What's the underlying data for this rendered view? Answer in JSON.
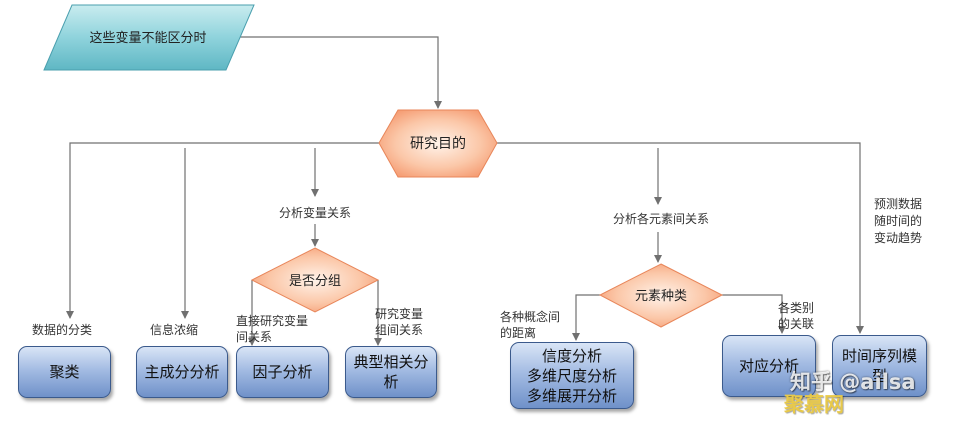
{
  "start": "这些变量不能区分时",
  "center": "研究目的",
  "branch_left": "分析变量关系",
  "branch_right": "分析各元素间关系",
  "decision_group": "是否分组",
  "decision_type": "元素种类",
  "labels": {
    "cluster": "数据的分类",
    "pca": "信息浓缩",
    "factor": "直接研究变量\n间关系",
    "cca": "研究变量\n组间关系",
    "reliability": "各种概念间\n的距离",
    "correspondence": "各类别\n的关联",
    "timeseries": "预测数据\n随时间的\n变动趋势"
  },
  "boxes": {
    "cluster": "聚类",
    "pca": "主成分分析",
    "factor": "因子分析",
    "cca": "典型相关分\n析",
    "reliability": "信度分析\n多维尺度分析\n多维展开分析",
    "correspondence": "对应分析",
    "timeseries": "时间序列模\n型"
  },
  "watermark": {
    "line1": "知乎 @ailsa",
    "line2": "聚慕网"
  },
  "colors": {
    "parallelogram": "#8fd3dc",
    "hexagon": "#f7a47d",
    "box_border": "#3b5a8c",
    "arrow": "#707070"
  }
}
